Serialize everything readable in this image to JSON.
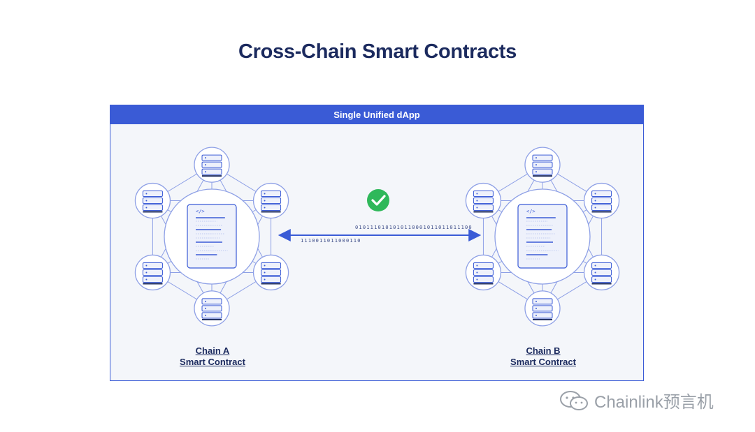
{
  "title": "Cross-Chain Smart Contracts",
  "frame": {
    "header": "Single Unified dApp"
  },
  "chains": [
    {
      "line1": "Chain A",
      "line2": "Smart Contract"
    },
    {
      "line1": "Chain B",
      "line2": "Smart Contract"
    }
  ],
  "transfer": {
    "top_bits": "0101110101010110001011011011100",
    "bottom_bits": "1110011011000110",
    "status_icon": "check-icon"
  },
  "code_tag": "</>",
  "watermark": "Chainlink预言机",
  "colors": {
    "accent": "#3a5bd6",
    "title": "#1b2a5e",
    "check": "#2fb85a",
    "background": "#f4f6fa"
  }
}
